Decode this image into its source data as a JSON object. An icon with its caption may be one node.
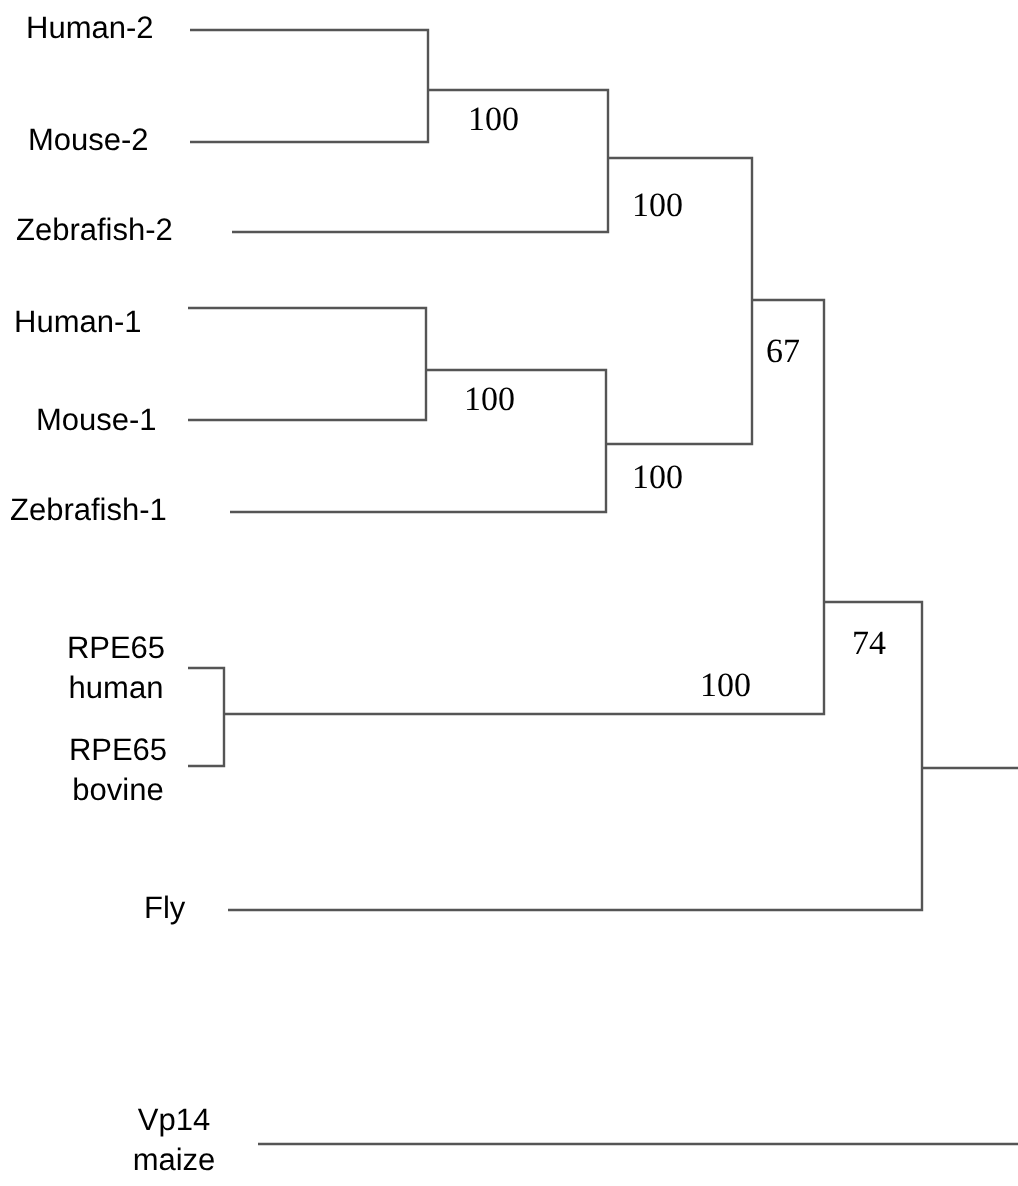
{
  "diagram": {
    "labels": [
      "Human-2",
      "100",
      "Mouse-2",
      "100",
      "Zebrafish-2",
      "Human-1",
      "67",
      "100",
      "Mouse-1",
      "100",
      "Zebrafish-1",
      "74",
      "RPE65 human",
      "100",
      "RPE65 bovine",
      "Fly",
      "Vp14 maize"
    ]
  }
}
